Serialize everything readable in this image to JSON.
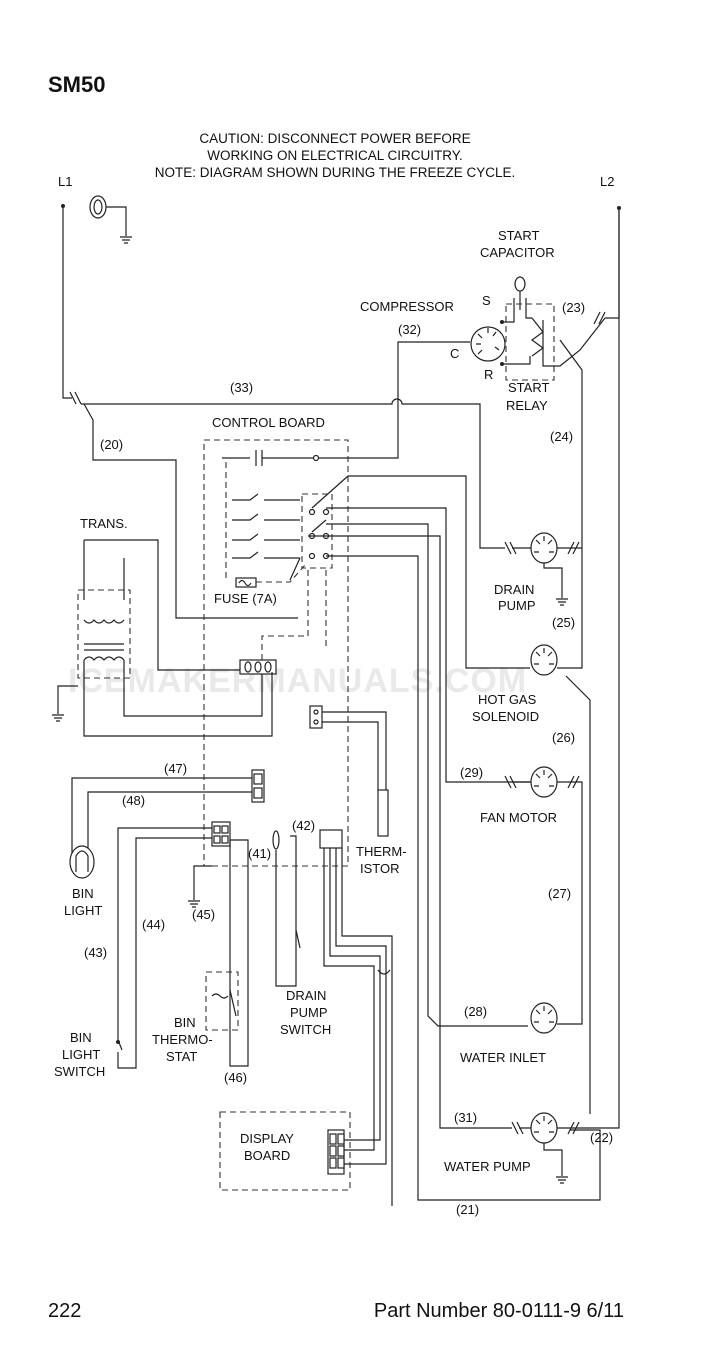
{
  "header": {
    "title": "SM50",
    "caution_lines": [
      "CAUTION: DISCONNECT POWER BEFORE",
      "WORKING ON ELECTRICAL CIRCUITRY.",
      "NOTE: DIAGRAM SHOWN DURING THE FREEZE CYCLE."
    ]
  },
  "diagram": {
    "lines": {
      "l1": "L1",
      "l2": "L2"
    },
    "components": {
      "start_capacitor": [
        "START",
        "CAPACITOR"
      ],
      "compressor": "COMPRESSOR",
      "compressor_terminals": {
        "s": "S",
        "c": "C",
        "r": "R"
      },
      "start_relay": [
        "START",
        "RELAY"
      ],
      "control_board": "CONTROL BOARD",
      "transformer": "TRANS.",
      "fuse": "FUSE (7A)",
      "drain_pump": [
        "DRAIN",
        "PUMP"
      ],
      "hot_gas_solenoid": [
        "HOT GAS",
        "SOLENOID"
      ],
      "fan_motor": "FAN MOTOR",
      "thermistor": [
        "THERM-",
        "ISTOR"
      ],
      "bin_light": [
        "BIN",
        "LIGHT"
      ],
      "bin_light_switch": [
        "BIN",
        "LIGHT",
        "SWITCH"
      ],
      "bin_thermostat": [
        "BIN",
        "THERMO-",
        "STAT"
      ],
      "drain_pump_switch": [
        "DRAIN",
        "PUMP",
        "SWITCH"
      ],
      "water_inlet": "WATER INLET",
      "water_pump": "WATER PUMP",
      "display_board": [
        "DISPLAY",
        "BOARD"
      ]
    },
    "wire_labels": {
      "w20": "(20)",
      "w21": "(21)",
      "w22": "(22)",
      "w23": "(23)",
      "w24": "(24)",
      "w25": "(25)",
      "w26": "(26)",
      "w27": "(27)",
      "w28": "(28)",
      "w29": "(29)",
      "w31": "(31)",
      "w32": "(32)",
      "w33": "(33)",
      "w41": "(41)",
      "w42": "(42)",
      "w43": "(43)",
      "w44": "(44)",
      "w45": "(45)",
      "w46": "(46)",
      "w47": "(47)",
      "w48": "(48)"
    },
    "watermark": "ICEMAKERMANUALS.COM"
  },
  "footer": {
    "page_number": "222",
    "part_number": "Part Number 80-0111-9 6/11"
  }
}
